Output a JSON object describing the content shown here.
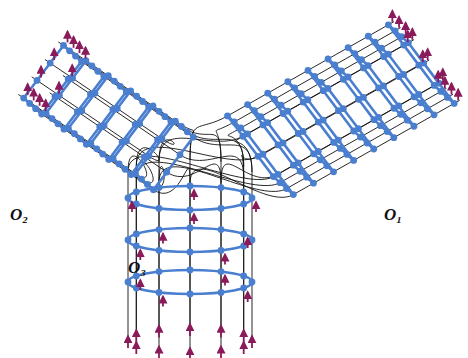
{
  "diagram": {
    "labels": [
      "O₂",
      "O₁",
      "O₃"
    ]
  }
}
